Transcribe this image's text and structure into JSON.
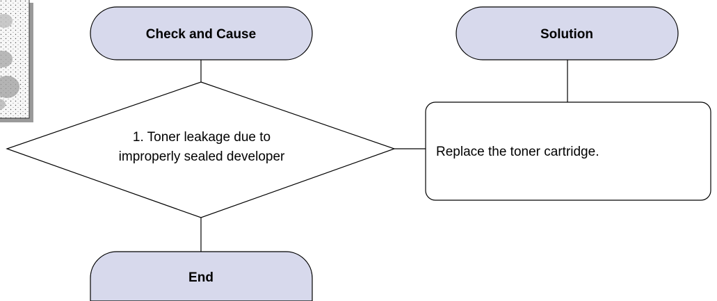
{
  "colors": {
    "terminal_fill": "#d7d9ec",
    "outline": "#000000",
    "background": "#ffffff"
  },
  "flowchart": {
    "start_terminal": "Check and Cause",
    "solution_terminal": "Solution",
    "end_terminal": "End",
    "decision_line1": "1. Toner leakage due to",
    "decision_line2": "improperly sealed developer",
    "solution_text": "Replace the toner cartridge."
  },
  "illustration": {
    "icon": "printout-sample-icon"
  }
}
